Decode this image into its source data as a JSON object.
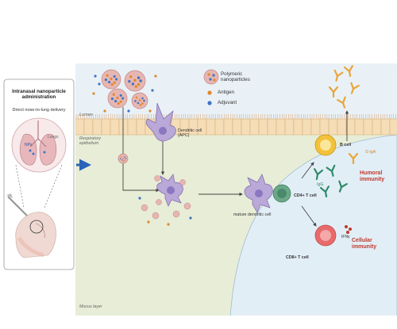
{
  "colors": {
    "lumen_bg": "#e9f1f7",
    "mucus_bg": "#e7edd6",
    "tissue_bg": "#e2eef6",
    "epithelium": "#f4ddb7",
    "epithelium_border": "#d8a86c",
    "antigen": "#e0882a",
    "adjuvant": "#3e73c4",
    "nanoparticle": "#e6b6b2",
    "dendritic": "#b9a8d8",
    "t_cell": "#6aa888",
    "b_cell": "#f3c23a",
    "cd8": "#e86a6a",
    "antibody_siga": "#e9a53a",
    "antibody_igg": "#2d8a6a",
    "immunity_text": "#c0392b",
    "arrow": "#444444"
  },
  "left_panel": {
    "title": "Intranasal nanoparticle administration",
    "subtitle": "Direct nose-to-lung delivery",
    "nps_label": "NPs",
    "lungs_label": "Lungs"
  },
  "legend": {
    "nanoparticles": "Polymeric nanoparticles",
    "antigen": "Antigen",
    "adjuvant": "Adjuvant"
  },
  "regions": {
    "lumen": "Lumen",
    "epithelium": "Respiratory epithelium",
    "mucus": "Mucus layer"
  },
  "cells": {
    "dendritic": "Dendritic cell (APC)",
    "mature_dendritic": "mature dendritic cell",
    "cd4": "CD4+ T cell",
    "b_cell": "B cell",
    "cd8": "CD8+ T cell"
  },
  "molecules": {
    "siga": "S-IgA",
    "igg": "IgG",
    "ifn": "IFNγ"
  },
  "outcomes": {
    "humoral": "Humoral immunity",
    "cellular": "Cellular immunity"
  }
}
